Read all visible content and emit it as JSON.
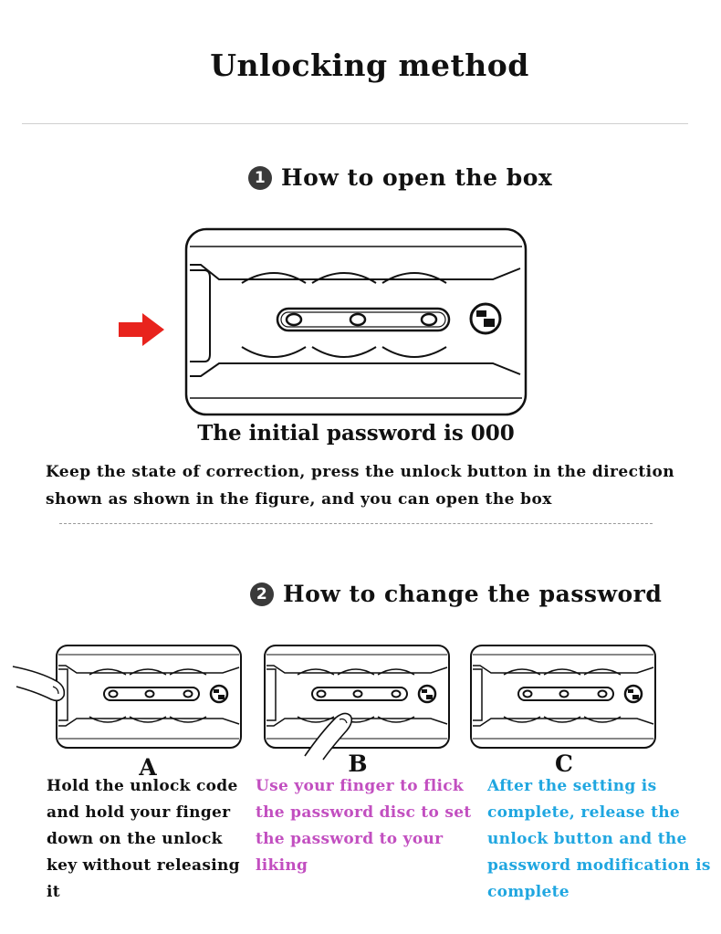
{
  "page": {
    "title": "Unlocking method"
  },
  "section1": {
    "number": "1",
    "heading": "How to open the box",
    "initial_password": "The initial password is 000",
    "description": "Keep the state of correction, press the unlock button in the direction shown as shown in the figure, and you can open the box"
  },
  "section2": {
    "number": "2",
    "heading": "How to change the password",
    "steps": [
      {
        "letter": "A",
        "text": "Hold the unlock code and hold your finger down on the unlock key without releasing it",
        "color": "#111111"
      },
      {
        "letter": "B",
        "text": "Use your finger to flick the password disc to set the password to your liking",
        "color": "#c24fc0"
      },
      {
        "letter": "C",
        "text": "After the setting is complete, release the unlock button and the password modification is complete",
        "color": "#1fa6e0"
      }
    ]
  },
  "colors": {
    "arrow": "#e8231d",
    "text": "#111111"
  },
  "icons": [
    "red-arrow-icon",
    "lock-logo-icon",
    "finger-icon"
  ]
}
